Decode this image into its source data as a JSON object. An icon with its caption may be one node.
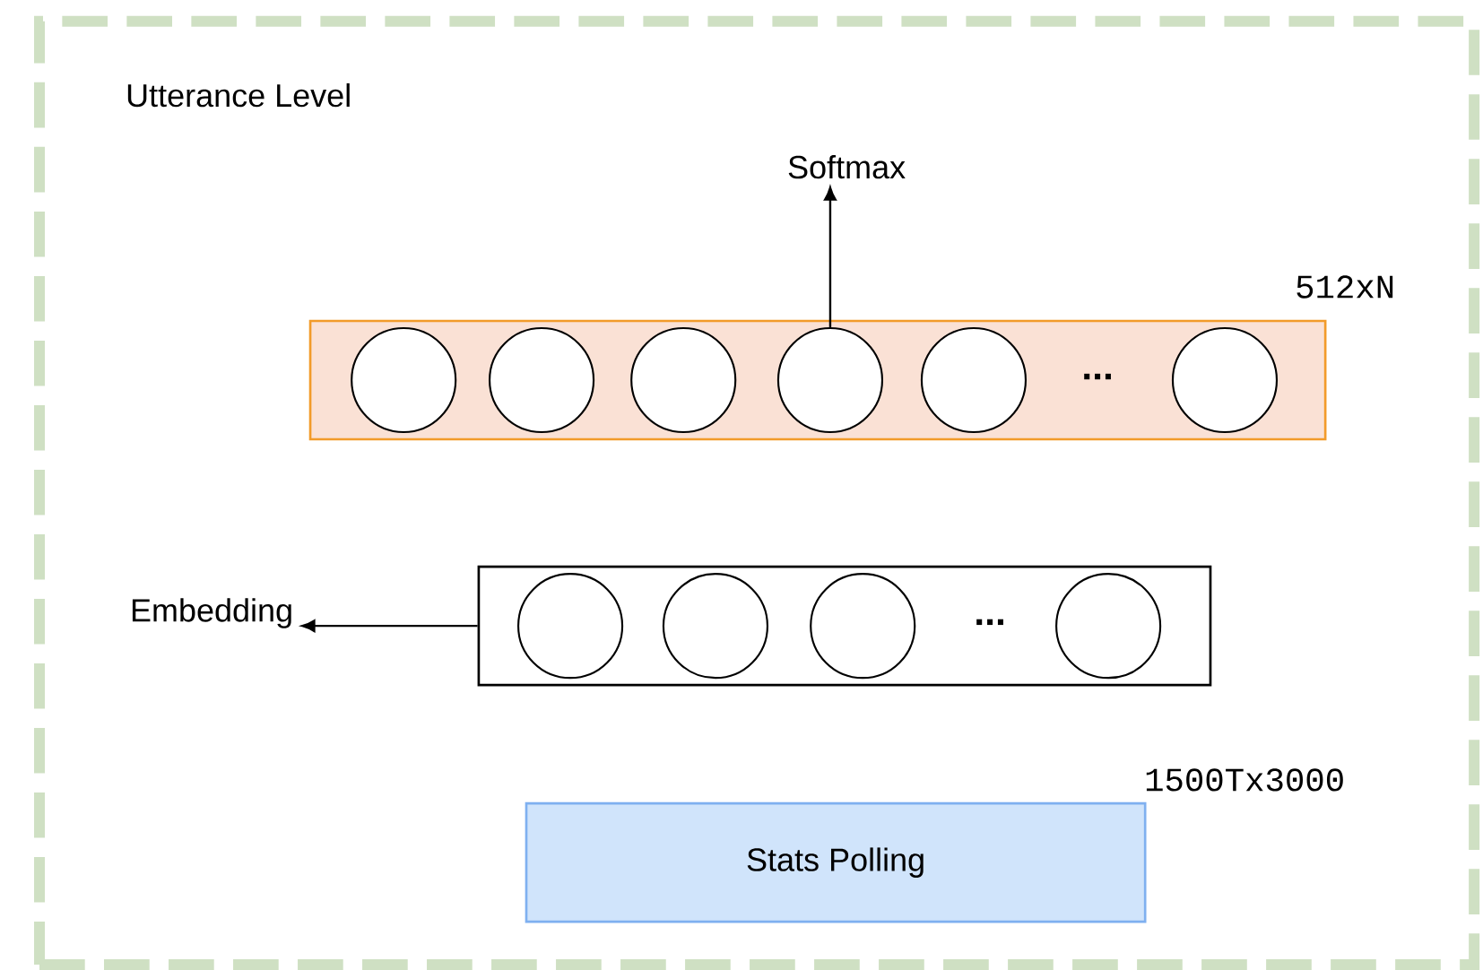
{
  "diagram": {
    "nodes": [
      {
        "text": [
          "Utterance Level"
        ]
      },
      {
        "text": [
          "Softmax"
        ],
        "in": 0
      },
      {
        "text": [
          "..."
        ],
        "beside": [
          "512xN"
        ],
        "in": 0
      },
      {
        "text": [],
        "shape": "circle",
        "in": 2
      },
      {
        "text": [],
        "shape": "circle",
        "in": 2
      },
      {
        "text": [],
        "shape": "circle",
        "in": 2
      },
      {
        "text": [],
        "shape": "circle",
        "in": 2
      },
      {
        "text": [],
        "shape": "circle",
        "in": 2
      },
      {
        "text": [],
        "shape": "circle",
        "in": 2
      },
      {
        "text": [
          "Embedding"
        ],
        "in": 0
      },
      {
        "text": [
          "..."
        ],
        "in": 0
      },
      {
        "text": [],
        "shape": "circle",
        "in": 10
      },
      {
        "text": [],
        "shape": "circle",
        "in": 10
      },
      {
        "text": [],
        "shape": "circle",
        "in": 10
      },
      {
        "text": [],
        "shape": "circle",
        "in": 10
      },
      {
        "text": [
          "Stats Polling"
        ],
        "beside": [
          "1500Tx3000"
        ],
        "in": 0
      }
    ],
    "edges": [
      {
        "from": 6,
        "to": 1,
        "arrow": "to"
      },
      {
        "from": 10,
        "to": 9,
        "arrow": "to"
      }
    ]
  }
}
